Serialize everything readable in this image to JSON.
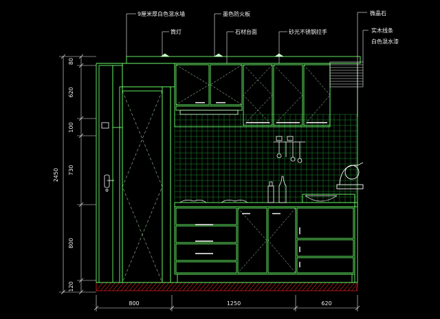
{
  "colors": {
    "background": "#000000",
    "outline": "#6bff6b",
    "bright": "#c8ffc8",
    "dimension": "#f0f0f0",
    "tile": "#1f8f2f",
    "hatch": "#d02020",
    "leader": "#ffffff"
  },
  "annotations": {
    "top_left_wall": "9厘米厚白色混水墙",
    "top_range_hood": "墨色防火板",
    "right_top": "微晶石",
    "tube_light": "筒灯",
    "countertop": "石材台面",
    "handle": "砂光不锈钢拉手",
    "right_mid1": "实木线条",
    "right_mid2": "白色混水漆"
  },
  "dimensions": {
    "vertical_total": "2450",
    "vertical_segments": [
      "80",
      "620",
      "100",
      "730",
      "800",
      "120"
    ],
    "horizontal_segments": [
      "800",
      "1250",
      "620"
    ]
  }
}
